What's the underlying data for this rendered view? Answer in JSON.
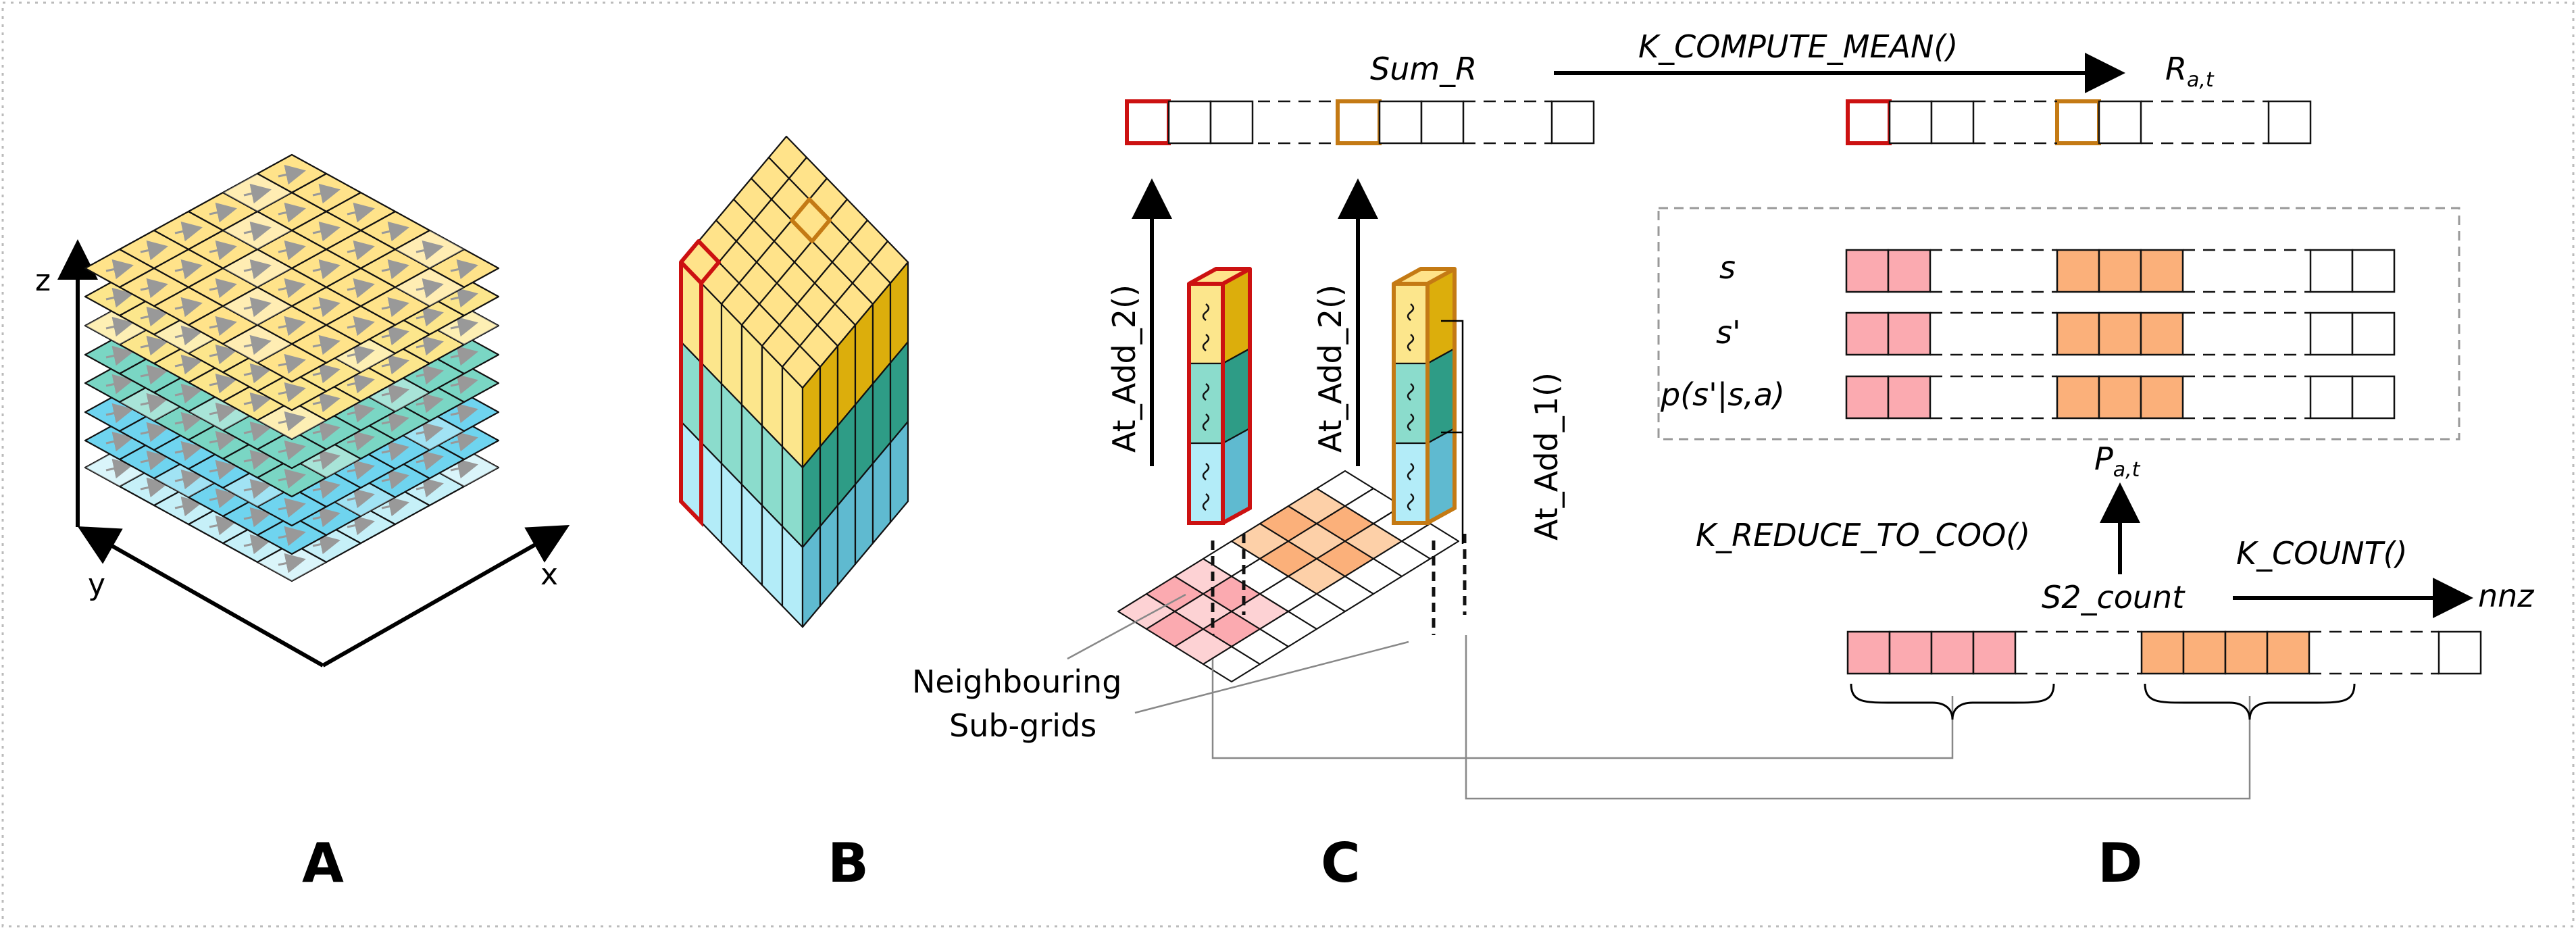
{
  "panels": {
    "a": "A",
    "b": "B",
    "c": "C",
    "d": "D"
  },
  "axes": {
    "x": "x",
    "y": "y",
    "z": "z"
  },
  "panel_c": {
    "sum_r": "Sum_R",
    "at_add_2_left": "At_Add_2()",
    "at_add_2_right": "At_Add_2()",
    "at_add_1": "At_Add_1()",
    "neighbouring_line1": "Neighbouring",
    "neighbouring_line2": "Sub-grids"
  },
  "panel_d": {
    "compute_mean": "K_COMPUTE_MEAN()",
    "r_symbol": "R",
    "r_subscript": "a,t",
    "row_s": "s",
    "row_s_prime": "s'",
    "row_p": "p(s'|s,a)",
    "p_symbol": "P",
    "p_subscript": "a,t",
    "reduce": "K_REDUCE_TO_COO()",
    "s2_count": "S2_count",
    "count": "K_COUNT()",
    "nnz": "nnz"
  },
  "colors": {
    "yellow_top": "#ffe38a",
    "yellow_left": "#fce68c",
    "yellow_right": "#dcae0c",
    "teal_left": "#8bdccc",
    "teal_right": "#2e9c86",
    "blue_left": "#b3ecf8",
    "blue_right": "#5fbad0",
    "layer_teal": "#7ad6c4",
    "layer_blue": "#6fd4ef",
    "layer_lightblue": "#c6f0f8",
    "red": "#cc1111",
    "brown": "#c47a14",
    "pink": "#fbaab0",
    "pink_light": "#fdd2d4",
    "orange": "#fbb07a",
    "orange_light": "#fdd0a8"
  }
}
